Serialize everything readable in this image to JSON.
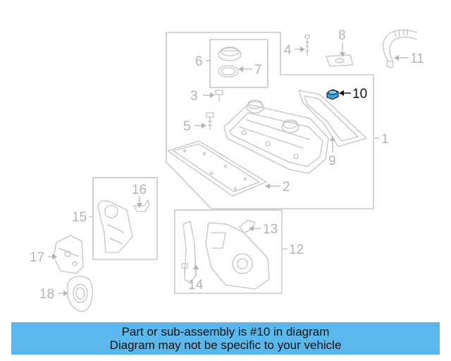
{
  "diagram": {
    "highlighted_part": "10",
    "highlight_color": "#3aa0dc",
    "callouts": [
      "1",
      "2",
      "3",
      "4",
      "5",
      "6",
      "7",
      "8",
      "9",
      "10",
      "11",
      "12",
      "13",
      "14",
      "15",
      "16",
      "17",
      "18"
    ]
  },
  "banner": {
    "line1": "Part or sub-assembly is #10 in diagram",
    "line2": "Diagram may not be specific to your vehicle",
    "background": "#5ab8ec"
  }
}
